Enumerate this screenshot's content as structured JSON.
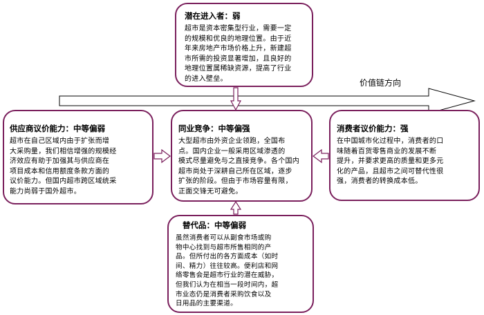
{
  "value_chain_label": "价值链方向",
  "entrants": {
    "title": "潜在进入者：弱",
    "lines": [
      "超市是资本密集型行业，需要一定",
      "的规模和优良的地理位置。由于近",
      "年来房地产市场价格上升，新建超",
      "市所需的投资显著增加，且良好的",
      "地理位置属稀缺资源，提高了行业",
      "的进入壁垒。"
    ]
  },
  "suppliers": {
    "title": "供应商议价能力：中等偏弱",
    "lines": [
      "超市在自己区域内由于扩张而增",
      "大采购量，我们相信增强的规模经",
      "济效应有助于加强其与供应商在",
      "项目成本和信用额度条款方面的",
      "议价能力。但国内超市跨区域统采",
      "能力尚弱于国外超市。"
    ]
  },
  "rivalry": {
    "title": "同业竞争：中等偏强",
    "lines": [
      "大型超市由外资企业领跑，全国布",
      "点。国内企业一般采用区域渗透的",
      "模式尽量避免与之直接竞争。各个国内",
      "超市尚处于深耕自己所在区域，逐步",
      "扩张的阶段。但由于市场容量有限，",
      "正面交锋无可避免。"
    ]
  },
  "buyers": {
    "title": "消费者议价能力：强",
    "lines": [
      "在中国城市化过程中，消费者的口",
      "味随着百货零售商业的发展不断",
      "提升，并要求更高的质量和更多元",
      "化的产品，且超市之间可替代性很",
      "强，消费者的转换成本低。"
    ]
  },
  "substitutes": {
    "title": "替代品：中等偏弱",
    "lines": [
      "虽然消费者可以从副食市场或购",
      "物中心找到与超市所售相同的产",
      "品。但所付出的各方面成本（如时",
      "间、精力）往往较高。便利店和网",
      "络零售会是超市行业的潜在威胁，",
      "但我们认为在相当一段时间内，超",
      "市业态仍是消费者采购饮食以及",
      "日用品的主要渠道。"
    ]
  }
}
